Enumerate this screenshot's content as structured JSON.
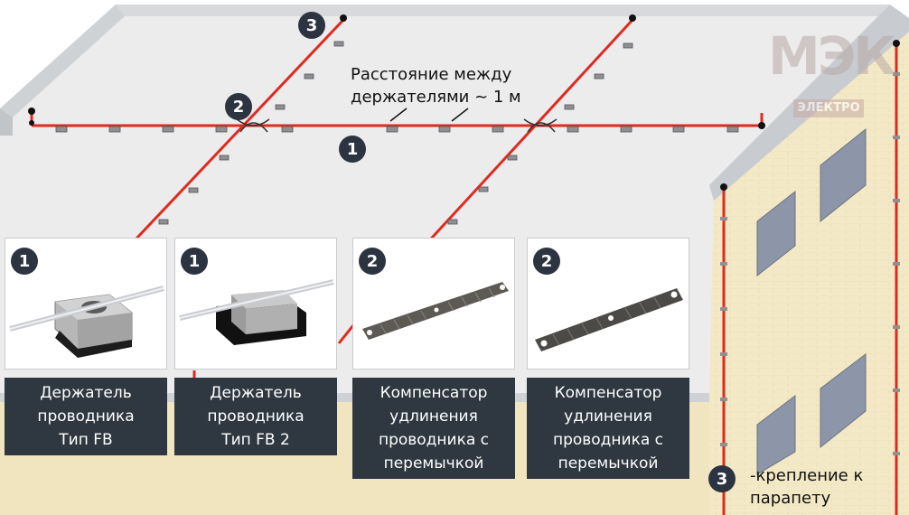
{
  "annotation": {
    "line1": "Расстояние между",
    "line2": "держателями ~ 1 м"
  },
  "markers": {
    "one": "1",
    "two": "2",
    "three": "3"
  },
  "legend": {
    "badge": "3",
    "line1": "-крепление к",
    "line2": "парапету"
  },
  "logo": {
    "main": "МЭК",
    "sub": "ЭЛЕКТРО"
  },
  "cards": [
    {
      "badge": "1",
      "caption": "Держатель\nпроводника\nТип FB"
    },
    {
      "badge": "1",
      "caption": "Держатель\nпроводника\nТип FB 2"
    },
    {
      "badge": "2",
      "caption": "Компенсатор\nудлинения\nпроводника с\nперемычкой"
    },
    {
      "badge": "2",
      "caption": "Компенсатор\nудлинения\nпроводника с\nперемычкой"
    }
  ],
  "colors": {
    "conductor": "#e02a1f",
    "roof": "#ececec",
    "wall": "#f3e9c6",
    "badge": "#2b3440",
    "caption_bg": "#2f3740"
  },
  "icons": [
    "conductor-holder-icon",
    "expansion-compensator-icon"
  ]
}
